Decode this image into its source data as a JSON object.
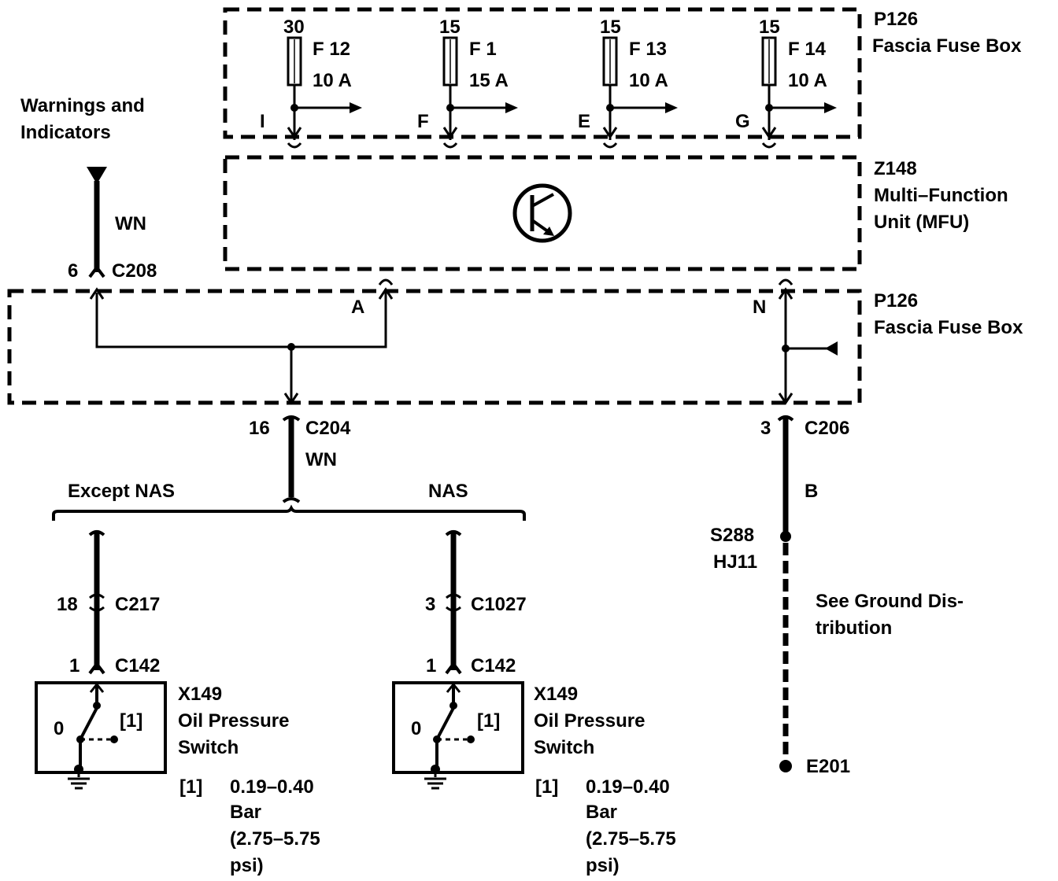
{
  "fuse_box_top": {
    "ref": "P126",
    "name": "Fascia Fuse Box",
    "fuses": [
      {
        "supply": "30",
        "id": "F 12",
        "rating": "10 A",
        "pin": "I"
      },
      {
        "supply": "15",
        "id": "F 1",
        "rating": "15 A",
        "pin": "F"
      },
      {
        "supply": "15",
        "id": "F 13",
        "rating": "10 A",
        "pin": "E"
      },
      {
        "supply": "15",
        "id": "F 14",
        "rating": "10 A",
        "pin": "G"
      }
    ]
  },
  "mfu": {
    "ref": "Z148",
    "name_line1": "Multi–Function",
    "name_line2": "Unit (MFU)"
  },
  "fuse_box_bottom": {
    "ref": "P126",
    "name": "Fascia Fuse Box",
    "pin_a": "A",
    "pin_n": "N"
  },
  "warnings": {
    "label_line1": "Warnings and",
    "label_line2": "Indicators",
    "wire_color": "WN",
    "pin": "6",
    "connector": "C208"
  },
  "c204": {
    "pin": "16",
    "connector": "C204",
    "wire_color": "WN"
  },
  "c206": {
    "pin": "3",
    "connector": "C206",
    "wire_color": "B"
  },
  "branch": {
    "left_label": "Except NAS",
    "right_label": "NAS"
  },
  "left_branch": {
    "inline_pin": "18",
    "inline_connector": "C217",
    "switch_pin": "1",
    "switch_connector": "C142",
    "switch_ref": "X149",
    "switch_name_line1": "Oil Pressure",
    "switch_name_line2": "Switch",
    "pos0": "0",
    "pos1": "[1]",
    "note_key": "[1]",
    "note_line1": "0.19–0.40",
    "note_line2": "Bar",
    "note_line3": "(2.75–5.75",
    "note_line4": "psi)"
  },
  "right_branch": {
    "inline_pin": "3",
    "inline_connector": "C1027",
    "switch_pin": "1",
    "switch_connector": "C142",
    "switch_ref": "X149",
    "switch_name_line1": "Oil Pressure",
    "switch_name_line2": "Switch",
    "pos0": "0",
    "pos1": "[1]",
    "note_key": "[1]",
    "note_line1": "0.19–0.40",
    "note_line2": "Bar",
    "note_line3": "(2.75–5.75",
    "note_line4": "psi)"
  },
  "ground": {
    "splice": "S288",
    "harness": "HJ11",
    "note_line1": "See Ground Dis-",
    "note_line2": "tribution",
    "ground_ref": "E201"
  }
}
